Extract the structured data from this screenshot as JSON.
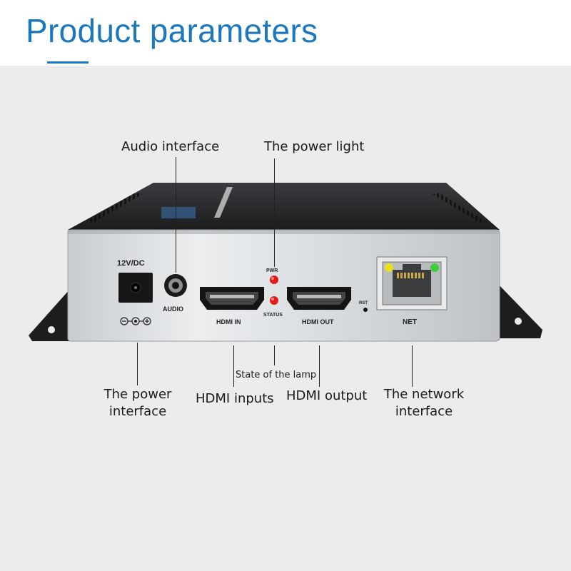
{
  "header": {
    "title": "Product parameters"
  },
  "labels": {
    "audio_interface": "Audio interface",
    "power_light": "The power light",
    "power_interface_line1": "The power",
    "power_interface_line2": "interface",
    "hdmi_inputs": "HDMI inputs",
    "state_of_lamp": "State of the lamp",
    "hdmi_output": "HDMI output",
    "network_interface_line1": "The network",
    "network_interface_line2": "interface"
  },
  "device": {
    "power_label": "12V/DC",
    "audio_label": "AUDIO",
    "pwr_led_label": "PWR",
    "status_led_label": "STATUS",
    "hdmi_in_label": "HDMI IN",
    "hdmi_out_label": "HDMI OUT",
    "rst_label": "RST",
    "net_label": "NET",
    "led_color": "#e21b1b",
    "net_led_left_color": "#e8e21a",
    "net_led_right_color": "#3fcf3a"
  }
}
